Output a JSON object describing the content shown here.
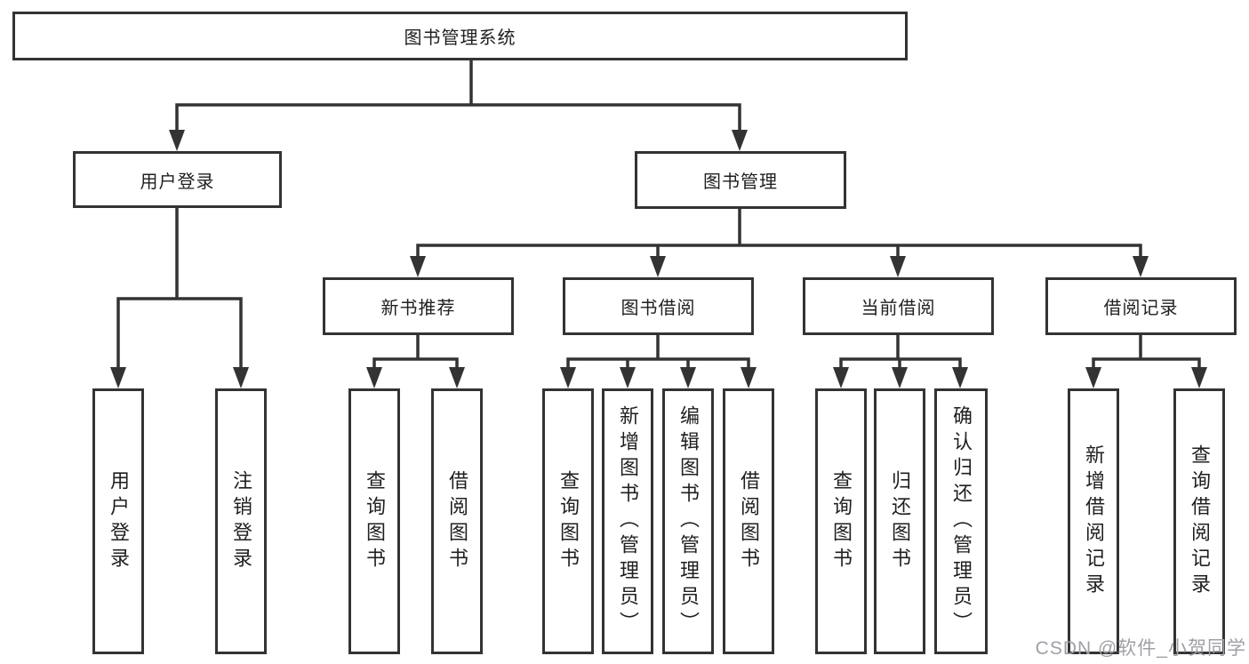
{
  "diagram": {
    "tree": {
      "root": {
        "label": "图书管理系统",
        "children": [
          {
            "label": "用户登录",
            "children": [
              {
                "label": "用户登录"
              },
              {
                "label": "注销登录"
              }
            ]
          },
          {
            "label": "图书管理",
            "children": [
              {
                "label": "新书推荐",
                "children": [
                  {
                    "label": "查询图书"
                  },
                  {
                    "label": "借阅图书"
                  }
                ]
              },
              {
                "label": "图书借阅",
                "children": [
                  {
                    "label": "查询图书"
                  },
                  {
                    "label": "新增图书（管理员）"
                  },
                  {
                    "label": "编辑图书（管理员）"
                  },
                  {
                    "label": "借阅图书"
                  }
                ]
              },
              {
                "label": "当前借阅",
                "children": [
                  {
                    "label": "查询图书"
                  },
                  {
                    "label": "归还图书"
                  },
                  {
                    "label": "确认归还（管理员）"
                  }
                ]
              },
              {
                "label": "借阅记录",
                "children": [
                  {
                    "label": "新增借阅记录"
                  },
                  {
                    "label": "查询借阅记录"
                  }
                ]
              }
            ]
          }
        ]
      }
    },
    "colors": {
      "line": "#333333",
      "box_border": "#333333",
      "box_fill": "#ffffff",
      "text": "#1f1f1f",
      "watermark": "#9fa0a6",
      "background": "#ffffff"
    }
  },
  "watermark": {
    "text": "CSDN @软件_小贺同学"
  }
}
